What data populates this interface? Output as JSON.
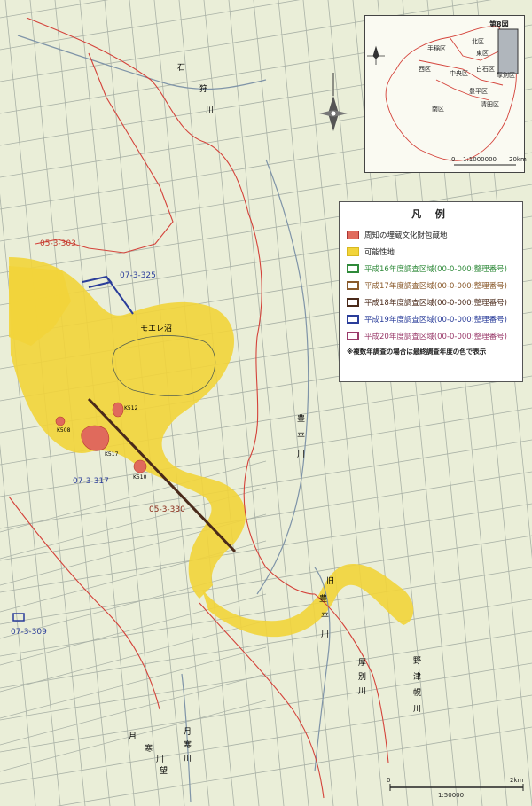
{
  "inset": {
    "sheet_label": "第8図",
    "wards": [
      "北区",
      "手稲区",
      "東区",
      "西区",
      "中央区",
      "白石区",
      "厚別区",
      "豊平区",
      "清田区",
      "南区"
    ],
    "scale_zero": "0",
    "scale_ratio": "1:1000000",
    "scale_end": "20km"
  },
  "legend": {
    "title": "凡 例",
    "items": [
      {
        "label": "周知の埋蔵文化財包蔵地",
        "type": "fill",
        "color": "#e06a5c"
      },
      {
        "label": "可能性地",
        "type": "fill",
        "color": "#f2d43a"
      },
      {
        "label": "平成16年度調査区域(00-0-000:整理番号)",
        "type": "outline",
        "color": "#2f8a3a"
      },
      {
        "label": "平成17年度調査区域(00-0-000:整理番号)",
        "type": "outline",
        "color": "#8a5a2b"
      },
      {
        "label": "平成18年度調査区域(00-0-000:整理番号)",
        "type": "outline",
        "color": "#4a2a1a"
      },
      {
        "label": "平成19年度調査区域(00-0-000:整理番号)",
        "type": "outline",
        "color": "#2a3d9a"
      },
      {
        "label": "平成20年度調査区域(00-0-000:整理番号)",
        "type": "outline",
        "color": "#9a3a6a"
      }
    ],
    "note": "※複数年調査の場合は最終調査年度の色で表示"
  },
  "map": {
    "survey_labels": [
      "05-3-303",
      "07-3-325",
      "07-3-317",
      "05-3-330",
      "07-3-309"
    ],
    "place_labels": [
      "石",
      "狩",
      "川",
      "モエレ沼",
      "豊",
      "平",
      "川",
      "旧",
      "豊",
      "平",
      "川",
      "野",
      "津",
      "幌",
      "川",
      "月",
      "寒",
      "川",
      "望",
      "月",
      "寒",
      "川",
      "厚",
      "別",
      "川"
    ],
    "site_labels": [
      "K512",
      "K508",
      "K517",
      "K510"
    ],
    "scale_zero": "0",
    "scale_ratio": "1:50000",
    "scale_end": "2km"
  },
  "colors": {
    "background": "#eaeed8",
    "road": "#9aa39a",
    "ward_boundary": "#d4423a",
    "possible_area": "#f2d43a",
    "known_site": "#e06a5c",
    "survey_h18": "#4a2a1a",
    "survey_h19": "#2a3d9a"
  }
}
